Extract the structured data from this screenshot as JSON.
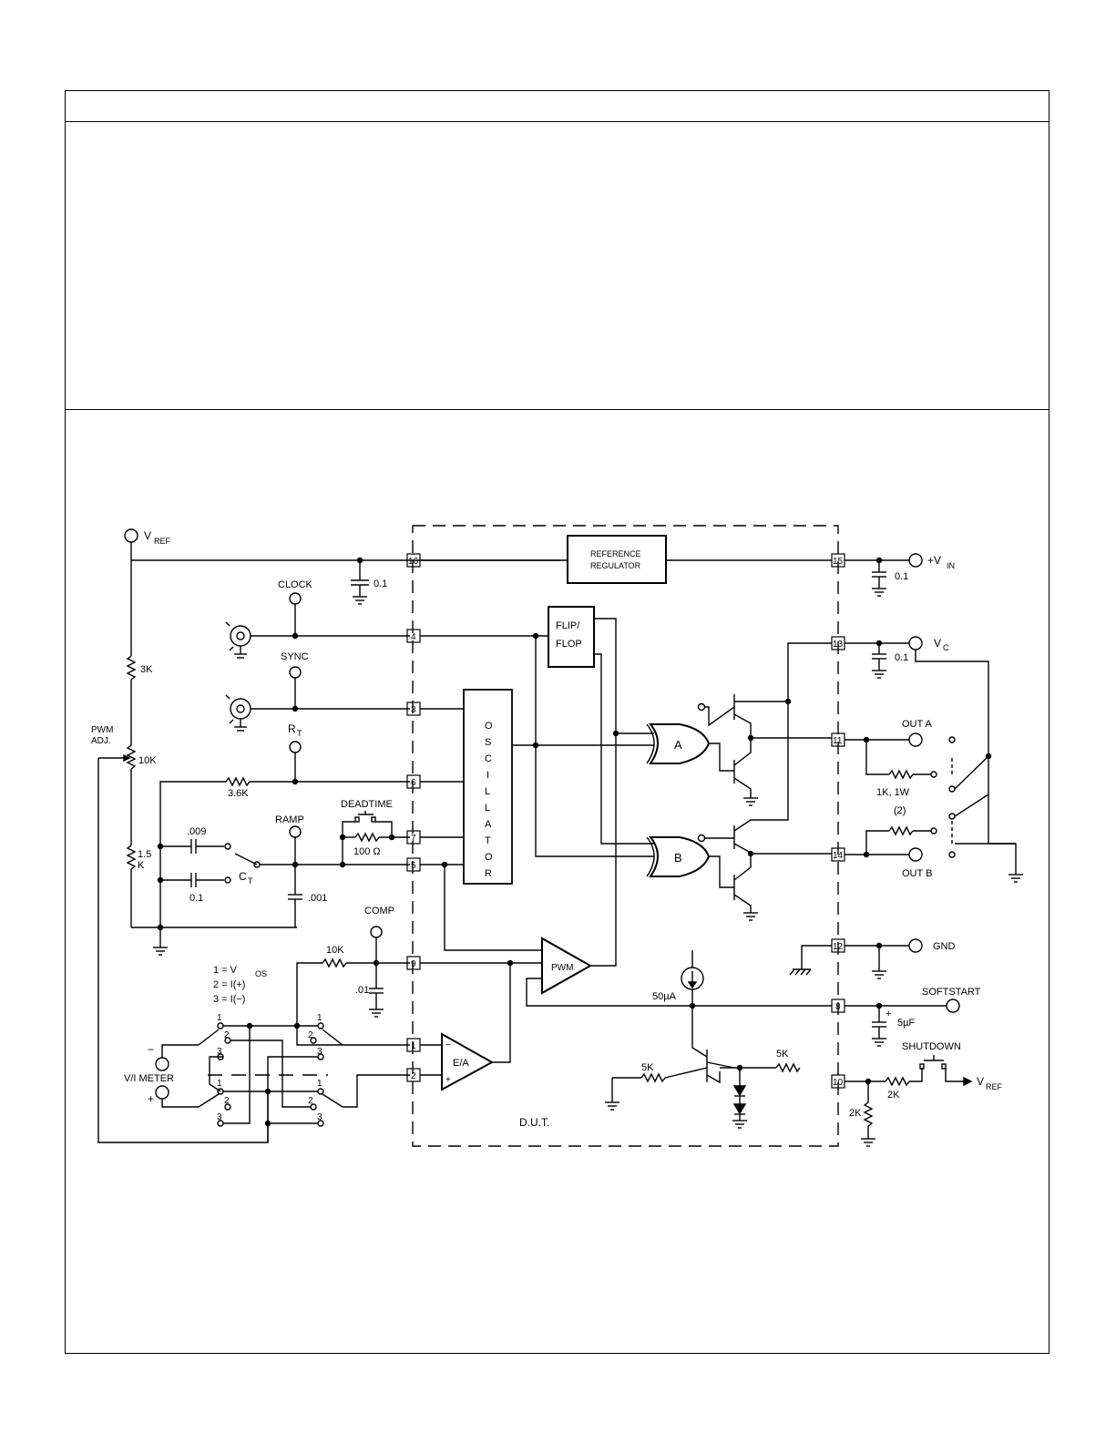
{
  "labels": {
    "vref": "V",
    "vref_sub": "REF",
    "vin": "+V",
    "vin_sub": "IN",
    "vc": "V",
    "vc_sub": "C",
    "clock": "CLOCK",
    "sync": "SYNC",
    "rt": "R",
    "rt_sub": "T",
    "ramp": "RAMP",
    "deadtime": "DEADTIME",
    "ct": "C",
    "ct_sub": "T",
    "comp": "COMP",
    "pwm_adj_1": "PWM",
    "pwm_adj_2": "ADJ.",
    "out_a": "OUT A",
    "out_b": "OUT B",
    "gnd": "GND",
    "softstart": "SOFTSTART",
    "shutdown": "SHUTDOWN",
    "vref2": "V",
    "vref2_sub": "REF",
    "vi_meter": "V/I METER",
    "dut": "D.U.T.",
    "legend_1": "1  =  V",
    "legend_1_sub": "OS",
    "legend_2": "2  =  I(+)",
    "legend_3": "3  =  I(−)"
  },
  "blocks": {
    "reference_regulator_1": "REFERENCE",
    "reference_regulator_2": "REGULATOR",
    "flip_flop_1": "FLIP/",
    "flip_flop_2": "FLOP",
    "oscillator": [
      "O",
      "S",
      "C",
      "I",
      "L",
      "L",
      "A",
      "T",
      "O",
      "R"
    ],
    "gate_a": "A",
    "gate_b": "B",
    "pwm": "PWM",
    "error_amp": "E/A",
    "current_source": "50µA"
  },
  "pins": {
    "p16": "16",
    "p15": "15",
    "p4": "4",
    "p13": "13",
    "p3": "3",
    "p11": "11",
    "p6": "6",
    "p7": "7",
    "p5": "5",
    "p14": "14",
    "p12": "12",
    "p9": "9",
    "p8": "8",
    "p1": "1",
    "p2": "2",
    "p10": "10"
  },
  "components": {
    "c_vref": "0.1",
    "c_vin": "0.1",
    "c_vc": "0.1",
    "r_3k": "3K",
    "r_10k_pot": "10K",
    "r_1_5k_a": "1.5",
    "r_1_5k_b": "K",
    "r_3_6k": "3.6K",
    "r_100": "100 Ω",
    "c_009": ".009",
    "c_01": "0.1",
    "c_001": ".001",
    "r_10k": "10K",
    "c_comp": ".01",
    "r_load_1": "1K,  1W",
    "r_load_2": "(2)",
    "c_soft": "5µF",
    "c_soft_plus": "+",
    "r_5k_base": "5K",
    "r_5k_col": "5K",
    "r_2k_series": "2K",
    "r_2k_shunt": "2K"
  },
  "switch_positions": {
    "s1": "1",
    "s2": "2",
    "s3": "3"
  },
  "meter_signs": {
    "minus": "−",
    "plus": "+"
  },
  "amp_signs": {
    "minus": "−",
    "plus": "+"
  }
}
